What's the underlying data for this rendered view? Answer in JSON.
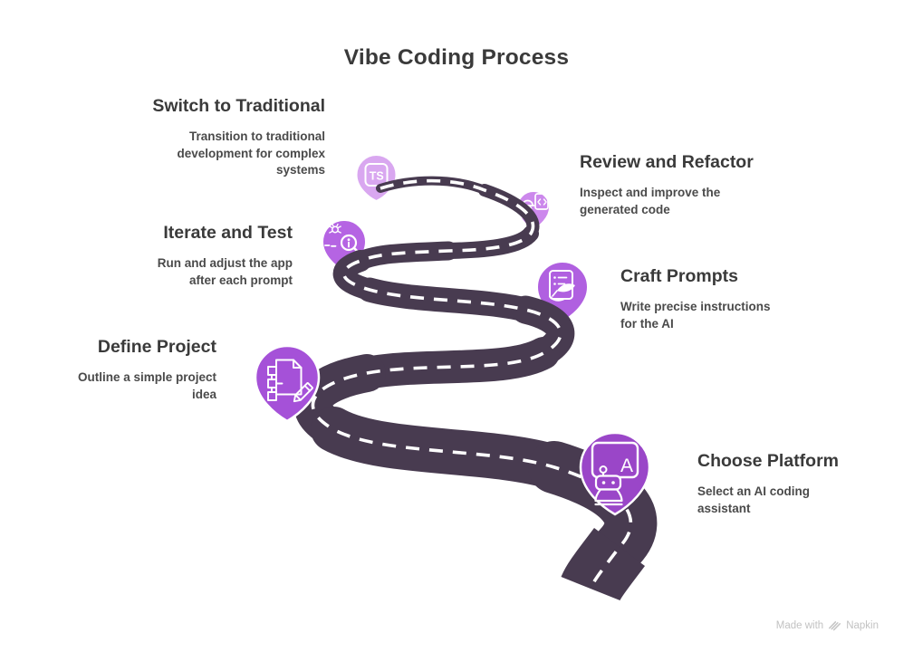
{
  "title": "Vibe Coding Process",
  "road": {
    "color": "#483b50",
    "center_line_color": "#ffffff"
  },
  "steps": {
    "switch_traditional": {
      "title": "Switch to Traditional",
      "description": [
        "Transition to traditional",
        "development for complex",
        "systems"
      ]
    },
    "iterate_test": {
      "title": "Iterate and Test",
      "description": [
        "Run and adjust the app",
        "after each prompt"
      ]
    },
    "define_project": {
      "title": "Define Project",
      "description": [
        "Outline a simple project",
        "idea"
      ]
    },
    "review_refactor": {
      "title": "Review and Refactor",
      "description": [
        "Inspect and improve the",
        "generated code"
      ]
    },
    "craft_prompts": {
      "title": "Craft Prompts",
      "description": [
        "Write precise instructions",
        "for the AI"
      ]
    },
    "choose_platform": {
      "title": "Choose Platform",
      "description": [
        "Select an AI coding",
        "assistant"
      ]
    }
  },
  "pins": {
    "ts": {
      "label": "TS",
      "color": "#d9a7f0",
      "icon": "typescript-badge-icon"
    },
    "review": {
      "color": "#cc88ec",
      "icon": "engineer-code-icon"
    },
    "iterate": {
      "color": "#b564e3",
      "icon": "bug-magnifier-icon"
    },
    "craft": {
      "color": "#b060e0",
      "icon": "notepad-quill-icon"
    },
    "define": {
      "color": "#a551d8",
      "icon": "document-flowchart-pencil-icon"
    },
    "choose": {
      "label": "A",
      "color": "#9a46c8",
      "icon": "robot-assistant-icon"
    }
  },
  "footer": {
    "made_with": "Made with",
    "brand": "Napkin"
  }
}
